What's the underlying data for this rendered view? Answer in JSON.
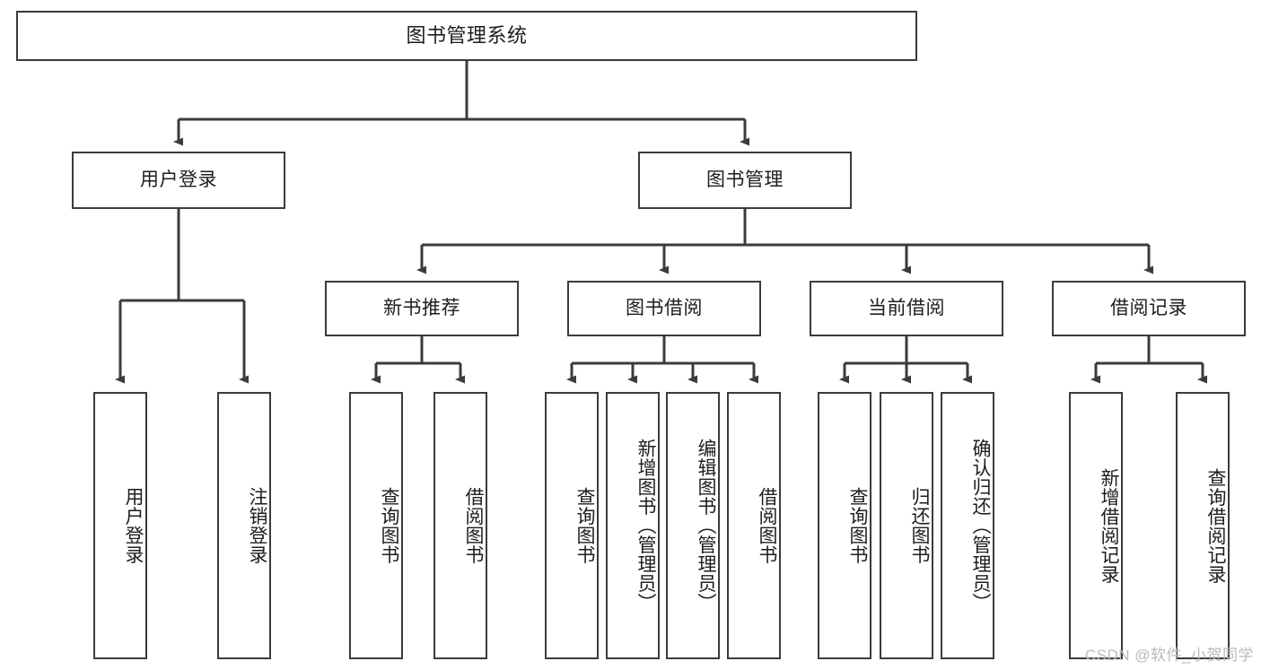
{
  "diagram": {
    "type": "tree",
    "title": "图书管理系统",
    "watermark": "CSDN @软件_小贺同学",
    "colors": {
      "box_border": "#3b3b3b",
      "box_fill": "#ffffff",
      "text": "#1d1d1d",
      "edge": "#3b3b3b",
      "watermark": "#b9b9b9",
      "background": "#ffffff"
    },
    "nodes": {
      "root": {
        "label": "图书管理系统"
      },
      "level2": [
        {
          "id": "user-login",
          "label": "用户登录"
        },
        {
          "id": "book-manage",
          "label": "图书管理"
        }
      ],
      "level3": [
        {
          "id": "new-book-recommend",
          "label": "新书推荐"
        },
        {
          "id": "book-borrow",
          "label": "图书借阅"
        },
        {
          "id": "current-borrow",
          "label": "当前借阅"
        },
        {
          "id": "borrow-record",
          "label": "借阅记录"
        }
      ],
      "leaves": {
        "user-login": [
          {
            "id": "leaf-user-login",
            "label": "用户登录"
          },
          {
            "id": "leaf-logout-login",
            "label": "注销登录"
          }
        ],
        "new-book-recommend": [
          {
            "id": "leaf-query-book-1",
            "label": "查询图书"
          },
          {
            "id": "leaf-borrow-book-1",
            "label": "借阅图书"
          }
        ],
        "book-borrow": [
          {
            "id": "leaf-query-book-2",
            "label": "查询图书"
          },
          {
            "id": "leaf-add-book",
            "label": "新增图书（管理员）"
          },
          {
            "id": "leaf-edit-book",
            "label": "编辑图书（管理员）"
          },
          {
            "id": "leaf-borrow-book-2",
            "label": "借阅图书"
          }
        ],
        "current-borrow": [
          {
            "id": "leaf-query-book-3",
            "label": "查询图书"
          },
          {
            "id": "leaf-return-book",
            "label": "归还图书"
          },
          {
            "id": "leaf-confirm-return",
            "label": "确认归还（管理员）"
          }
        ],
        "borrow-record": [
          {
            "id": "leaf-add-record",
            "label": "新增借阅记录"
          },
          {
            "id": "leaf-query-record",
            "label": "查询借阅记录"
          }
        ]
      }
    }
  }
}
